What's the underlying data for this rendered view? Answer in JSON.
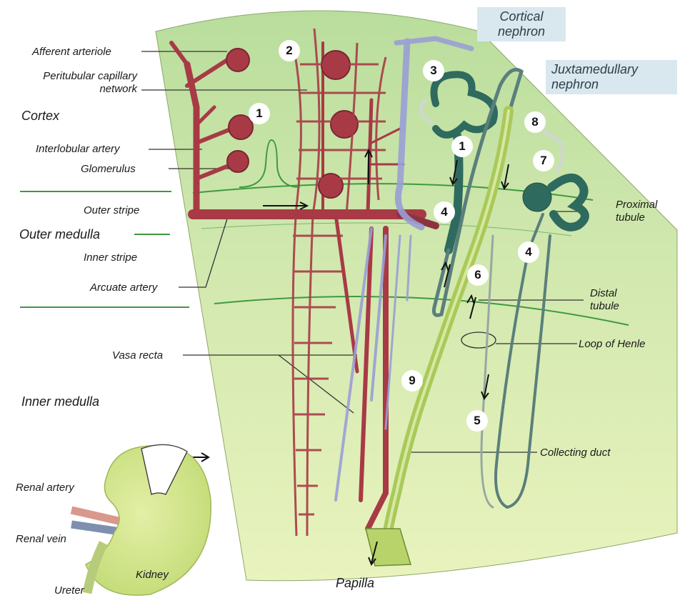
{
  "badges": {
    "cortical": "Cortical\nnephron",
    "juxtamedullary": "Juxtamedullary\nnephron"
  },
  "labels": {
    "afferent_arteriole": "Afferent arteriole",
    "peritubular_1": "Peritubular capillary",
    "peritubular_2": "network",
    "cortex": "Cortex",
    "interlobular_artery": "Interlobular artery",
    "glomerulus": "Glomerulus",
    "outer_stripe": "Outer stripe",
    "outer_medulla": "Outer medulla",
    "inner_stripe": "Inner stripe",
    "arcuate_artery": "Arcuate artery",
    "vasa_recta": "Vasa recta",
    "inner_medulla": "Inner medulla",
    "renal_artery": "Renal artery",
    "renal_vein": "Renal vein",
    "ureter": "Ureter",
    "kidney": "Kidney",
    "papilla": "Papilla",
    "proximal_1": "Proximal",
    "proximal_2": "tubule",
    "distal_1": "Distal",
    "distal_2": "tubule",
    "loop_of_henle": "Loop of Henle",
    "collecting_duct": "Collecting duct"
  },
  "numbers": {
    "n1a": "1",
    "n2": "2",
    "n3": "3",
    "n1b": "1",
    "n4a": "4",
    "n8": "8",
    "n7": "7",
    "n4b": "4",
    "n6": "6",
    "n9": "9",
    "n5": "5"
  },
  "colors": {
    "cortex_green": "#c3e2a6",
    "medulla_green": "#e4f1b8",
    "artery_red": "#a83a46",
    "vein_purple": "#9a9ed6",
    "tubule_dark": "#2f6a5e",
    "duct_green": "#a9c95a",
    "zone_line": "#3f9a3f",
    "badge_bg": "#d9e8ee"
  }
}
